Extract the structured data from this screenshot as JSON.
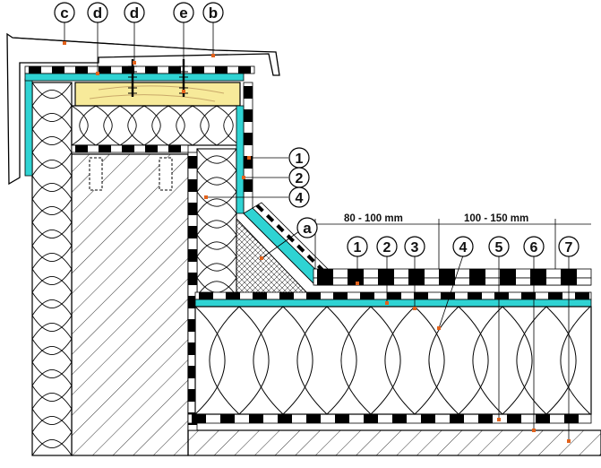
{
  "callouts_top": [
    {
      "id": "c",
      "label": "c"
    },
    {
      "id": "d1",
      "label": "d"
    },
    {
      "id": "d2",
      "label": "d"
    },
    {
      "id": "e",
      "label": "e"
    },
    {
      "id": "b",
      "label": "b"
    }
  ],
  "callouts_upstand": [
    {
      "id": "u1",
      "label": "1"
    },
    {
      "id": "u2",
      "label": "2"
    },
    {
      "id": "u4",
      "label": "4"
    }
  ],
  "callout_a": {
    "label": "a"
  },
  "callouts_roof": [
    {
      "id": "r1",
      "label": "1"
    },
    {
      "id": "r2",
      "label": "2"
    },
    {
      "id": "r3",
      "label": "3"
    },
    {
      "id": "r4",
      "label": "4"
    },
    {
      "id": "r5",
      "label": "5"
    },
    {
      "id": "r6",
      "label": "6"
    },
    {
      "id": "r7",
      "label": "7"
    }
  ],
  "dimensions": {
    "dim1": "80 - 100 mm",
    "dim2": "100 - 150 mm"
  },
  "colors": {
    "membrane": "#000000",
    "cyan_layer": "#2fd3d3",
    "timber": "#f7ea9a",
    "leader_dot": "#e2621c",
    "line": "#000000"
  }
}
